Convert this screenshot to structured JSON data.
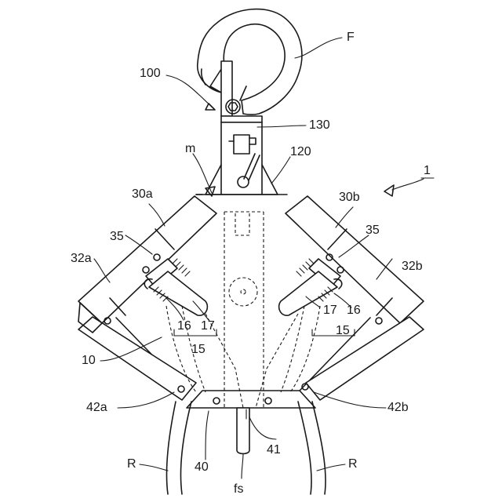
{
  "labels": {
    "F": "F",
    "n100": "100",
    "n130": "130",
    "m": "m",
    "n120": "120",
    "n1": "1",
    "n30a": "30a",
    "n30b": "30b",
    "n35_left": "35",
    "n35_right": "35",
    "n32a": "32a",
    "n32b": "32b",
    "n16_left": "16",
    "n17_left": "17",
    "n15_left": "15",
    "n17_right": "17",
    "n16_right": "16",
    "n15_right": "15",
    "n10": "10",
    "n42a": "42a",
    "n42b": "42b",
    "n40": "40",
    "n41": "41",
    "R_left": "R",
    "R_right": "R",
    "fs": "fs"
  }
}
